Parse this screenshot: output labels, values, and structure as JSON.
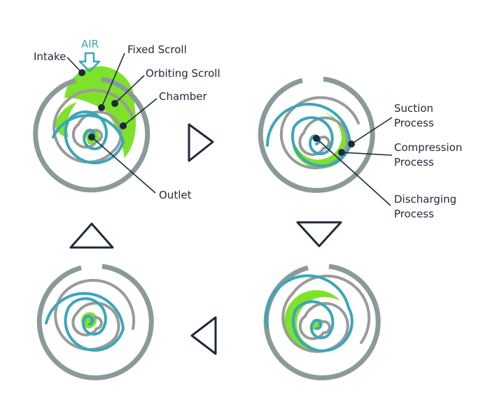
{
  "air_label": "AIR",
  "labels": {
    "intake": "Intake",
    "fixed_scroll": "Fixed Scroll",
    "orbiting_scroll": "Orbiting Scroll",
    "chamber": "Chamber",
    "outlet": "Outlet",
    "suction_1": "Suction",
    "suction_2": "Process",
    "compression_1": "Compression",
    "compression_2": "Process",
    "discharging_1": "Discharging",
    "discharging_2": "Process"
  },
  "colors": {
    "casing": "#8a9a9a",
    "fixed_scroll": "#9a9a9a",
    "orbiting_scroll": "#3aa6b9",
    "chamber": "#7ee22a",
    "text": "#1c2a3a"
  }
}
